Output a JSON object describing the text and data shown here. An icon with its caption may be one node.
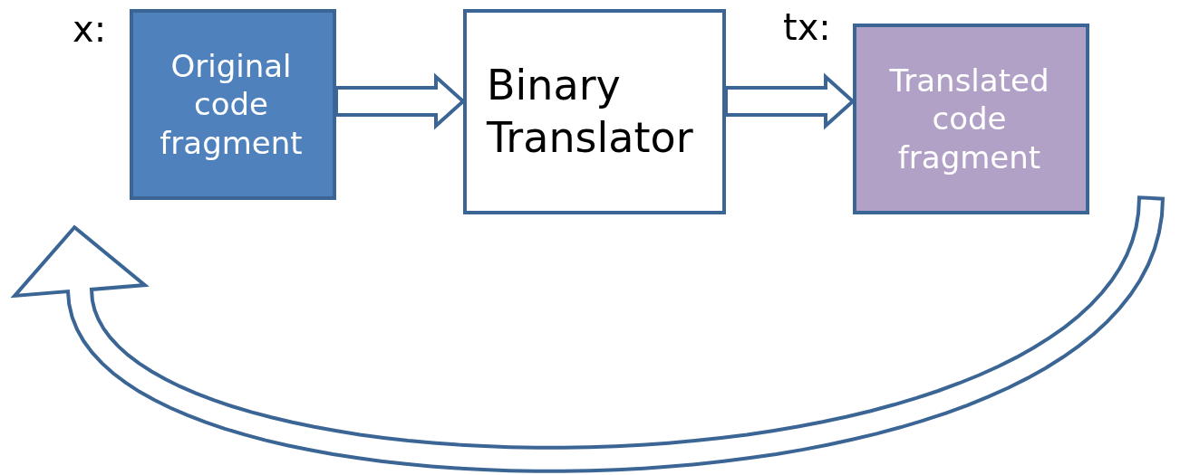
{
  "diagram": {
    "nodes": [
      {
        "text": [
          "Original code fragment"
        ],
        "beside": [
          "x:"
        ]
      },
      {
        "text": [
          "Binary Translator"
        ]
      },
      {
        "text": [
          "Translated code fragment"
        ],
        "beside": [
          "tx:"
        ]
      }
    ],
    "edges": [
      {
        "from": 0,
        "to": 1,
        "arrow": "to"
      },
      {
        "from": 1,
        "to": 2,
        "arrow": "to"
      },
      {
        "from": 2,
        "to": 0,
        "arrow": "to"
      }
    ]
  }
}
